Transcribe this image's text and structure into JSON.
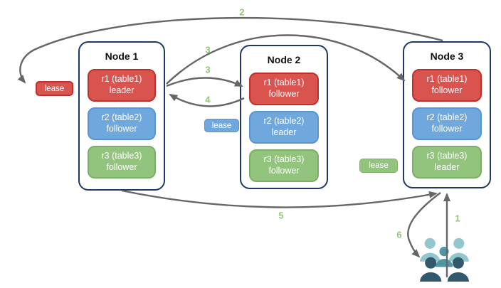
{
  "colors": {
    "replica_red": "#D9534F",
    "replica_red_border": "#C0302B",
    "replica_blue": "#6FA8DC",
    "replica_blue_border": "#5B94CE",
    "replica_green": "#93C47D",
    "replica_green_border": "#7CAF66",
    "node_border": "#203864",
    "arrow": "#666666",
    "step_label": "#93C47D",
    "people_light": "#92C7CE",
    "people_medium": "#4E96A2",
    "people_dark": "#31596B"
  },
  "nodes": [
    {
      "title": "Node 1",
      "replicas": [
        {
          "name": "r1 (table1)",
          "role": "leader"
        },
        {
          "name": "r2 (table2)",
          "role": "follower"
        },
        {
          "name": "r3 (table3)",
          "role": "follower"
        }
      ]
    },
    {
      "title": "Node 2",
      "replicas": [
        {
          "name": "r1 (table1)",
          "role": "follower"
        },
        {
          "name": "r2 (table2)",
          "role": "leader"
        },
        {
          "name": "r3 (table3)",
          "role": "follower"
        }
      ]
    },
    {
      "title": "Node 3",
      "replicas": [
        {
          "name": "r1 (table1)",
          "role": "follower"
        },
        {
          "name": "r2 (table2)",
          "role": "follower"
        },
        {
          "name": "r3 (table3)",
          "role": "leader"
        }
      ]
    }
  ],
  "leases": [
    {
      "label": "lease",
      "color": "red"
    },
    {
      "label": "lease",
      "color": "blue"
    },
    {
      "label": "lease",
      "color": "green"
    }
  ],
  "steps": [
    {
      "value": "1"
    },
    {
      "value": "2"
    },
    {
      "value": "3"
    },
    {
      "value": "3"
    },
    {
      "value": "4"
    },
    {
      "value": "5"
    },
    {
      "value": "6"
    }
  ]
}
